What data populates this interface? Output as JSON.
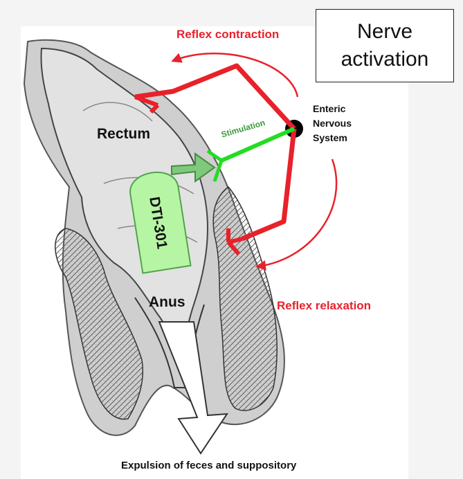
{
  "title": {
    "line1": "Nerve",
    "line2": "activation"
  },
  "labels": {
    "reflex_contraction": "Reflex contraction",
    "reflex_relaxation": "Reflex relaxation",
    "stimulation": "Stimulation",
    "enteric_1": "Enteric",
    "enteric_2": "Nervous",
    "enteric_3": "System",
    "rectum": "Rectum",
    "anus": "Anus",
    "suppository": "DTI-301",
    "caption": "Expulsion of feces and suppository"
  },
  "colors": {
    "nerve": "#e8212a",
    "stimulation": "#22dd22",
    "stimulation_text": "#3a9a3a",
    "suppository_fill": "#b6f5a4",
    "tissue": "#c9c9c9",
    "muscle_wall": "#555555"
  },
  "icons": {
    "ens_node": "black-dot",
    "expulsion": "large-down-arrow"
  }
}
